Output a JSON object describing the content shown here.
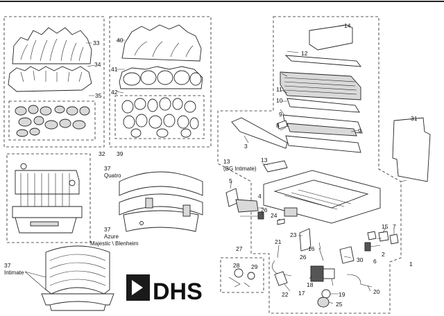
{
  "logo": {
    "brand": "DHS"
  },
  "labels": {
    "p1": "1",
    "p2": "2",
    "p3": "3",
    "p4": "4",
    "p5": "5",
    "p6": "6",
    "p7": "7",
    "p8": "8",
    "p9a": "9",
    "p9b": "9",
    "p10": "10",
    "p11": "11",
    "p12": "12",
    "p13": "13",
    "p13cap": "(BG Intimate)",
    "p13b": "13",
    "p14": "14",
    "p15": "15",
    "p16": "16",
    "p17": "17",
    "p18": "18",
    "p19": "19",
    "p20": "20",
    "p21": "21",
    "p22": "22",
    "p23": "23",
    "p24": "24",
    "p25": "25",
    "p26a": "26",
    "p26b": "26",
    "p27": "27",
    "p28": "28",
    "p29": "29",
    "p30": "30",
    "p31": "31",
    "p32": "32",
    "p33": "33",
    "p34": "34",
    "p35": "35",
    "p37a": "37",
    "p37acap": "Quatro",
    "p37b": "37",
    "p37bcap1": "Azure",
    "p37bcap2": "Majestic \\ Blenheim",
    "p37c": "37",
    "p37ccap": "Intimate",
    "p39": "39",
    "p40": "40",
    "p41": "41",
    "p42": "42"
  }
}
